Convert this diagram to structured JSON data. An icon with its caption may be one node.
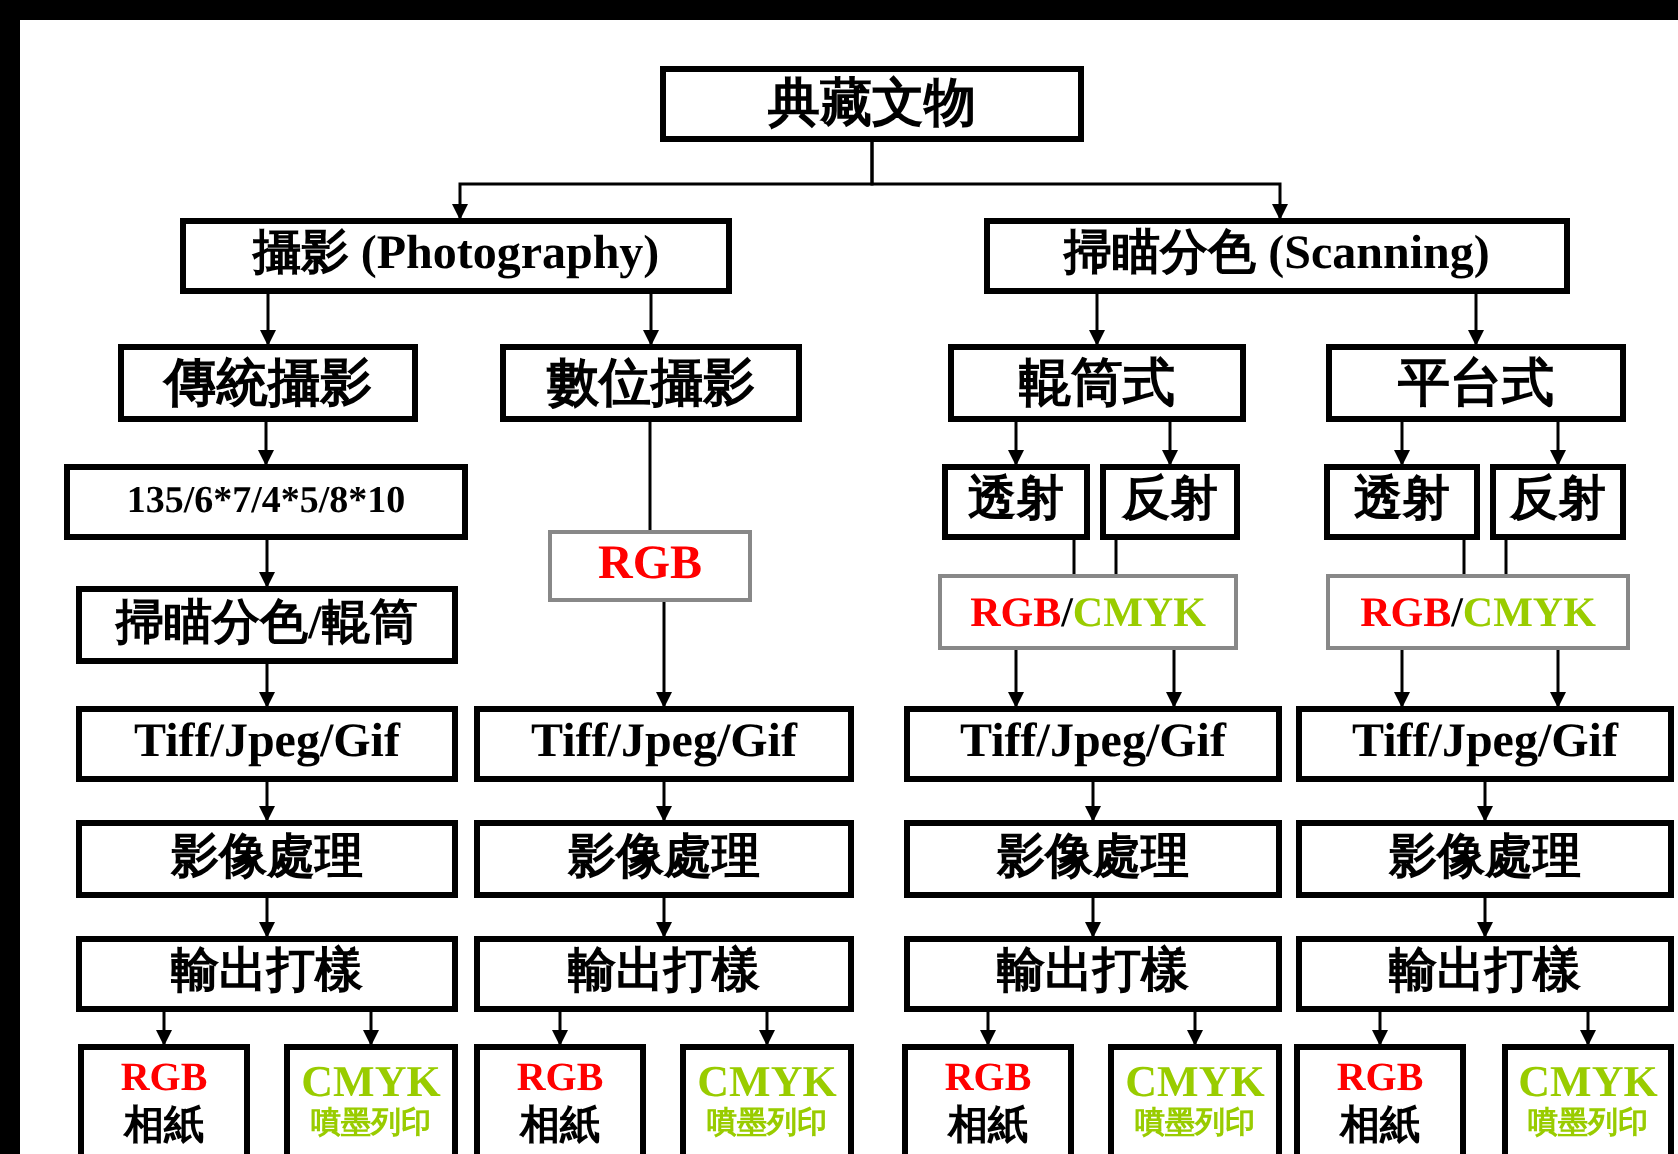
{
  "diagram": {
    "nodes": [
      {
        "text": [
          "典藏文物"
        ]
      },
      {
        "text": [
          "攝影 (Photography)"
        ]
      },
      {
        "text": [
          "掃瞄分色 (Scanning)"
        ]
      },
      {
        "text": [
          "傳統攝影"
        ]
      },
      {
        "text": [
          "數位攝影"
        ]
      },
      {
        "text": [
          "輥筒式"
        ]
      },
      {
        "text": [
          "平台式"
        ]
      },
      {
        "text": [
          "135/6*7/4*5/8*10"
        ]
      },
      {
        "text": [
          "RGB"
        ]
      },
      {
        "text": [
          "透射"
        ]
      },
      {
        "text": [
          "反射"
        ]
      },
      {
        "text": [
          "透射"
        ]
      },
      {
        "text": [
          "反射"
        ]
      },
      {
        "text": [
          "掃瞄分色/輥筒"
        ]
      },
      {
        "text": [
          "RGB/CMYK"
        ]
      },
      {
        "text": [
          "RGB/CMYK"
        ]
      },
      {
        "text": [
          "Tiff/Jpeg/Gif"
        ]
      },
      {
        "text": [
          "Tiff/Jpeg/Gif"
        ]
      },
      {
        "text": [
          "Tiff/Jpeg/Gif"
        ]
      },
      {
        "text": [
          "Tiff/Jpeg/Gif"
        ]
      },
      {
        "text": [
          "影像處理"
        ]
      },
      {
        "text": [
          "影像處理"
        ]
      },
      {
        "text": [
          "影像處理"
        ]
      },
      {
        "text": [
          "影像處理"
        ]
      },
      {
        "text": [
          "輸出打樣"
        ]
      },
      {
        "text": [
          "輸出打樣"
        ]
      },
      {
        "text": [
          "輸出打樣"
        ]
      },
      {
        "text": [
          "輸出打樣"
        ]
      },
      {
        "text": [
          "RGB",
          "相紙"
        ]
      },
      {
        "text": [
          "CMYK",
          "噴墨列印"
        ]
      },
      {
        "text": [
          "RGB",
          "相紙"
        ]
      },
      {
        "text": [
          "CMYK",
          "噴墨列印"
        ]
      },
      {
        "text": [
          "RGB",
          "相紙"
        ]
      },
      {
        "text": [
          "CMYK",
          "噴墨列印"
        ]
      },
      {
        "text": [
          "RGB",
          "相紙"
        ]
      },
      {
        "text": [
          "CMYK",
          "噴墨列印"
        ]
      }
    ],
    "edges": [
      {
        "from": 0,
        "to": 1,
        "arrow": "to"
      },
      {
        "from": 0,
        "to": 2,
        "arrow": "to"
      },
      {
        "from": 1,
        "to": 3,
        "arrow": "to"
      },
      {
        "from": 1,
        "to": 4,
        "arrow": "to"
      },
      {
        "from": 2,
        "to": 5,
        "arrow": "to"
      },
      {
        "from": 2,
        "to": 6,
        "arrow": "to"
      },
      {
        "from": 3,
        "to": 7,
        "arrow": "to"
      },
      {
        "from": 4,
        "to": 8,
        "arrow": "none"
      },
      {
        "from": 5,
        "to": 9,
        "arrow": "to"
      },
      {
        "from": 5,
        "to": 10,
        "arrow": "to"
      },
      {
        "from": 6,
        "to": 11,
        "arrow": "to"
      },
      {
        "from": 6,
        "to": 12,
        "arrow": "to"
      },
      {
        "from": 7,
        "to": 13,
        "arrow": "to"
      },
      {
        "from": 8,
        "to": 17,
        "arrow": "to"
      },
      {
        "from": 9,
        "to": 14,
        "arrow": "none"
      },
      {
        "from": 10,
        "to": 14,
        "arrow": "none"
      },
      {
        "from": 11,
        "to": 15,
        "arrow": "none"
      },
      {
        "from": 12,
        "to": 15,
        "arrow": "none"
      },
      {
        "from": 13,
        "to": 16,
        "arrow": "to"
      },
      {
        "from": 14,
        "to": 18,
        "arrow": "to"
      },
      {
        "from": 14,
        "to": 18,
        "arrow": "to"
      },
      {
        "from": 15,
        "to": 19,
        "arrow": "to"
      },
      {
        "from": 15,
        "to": 19,
        "arrow": "to"
      },
      {
        "from": 16,
        "to": 20,
        "arrow": "to"
      },
      {
        "from": 17,
        "to": 21,
        "arrow": "to"
      },
      {
        "from": 18,
        "to": 22,
        "arrow": "to"
      },
      {
        "from": 19,
        "to": 23,
        "arrow": "to"
      },
      {
        "from": 20,
        "to": 24,
        "arrow": "to"
      },
      {
        "from": 21,
        "to": 25,
        "arrow": "to"
      },
      {
        "from": 22,
        "to": 26,
        "arrow": "to"
      },
      {
        "from": 23,
        "to": 27,
        "arrow": "to"
      },
      {
        "from": 24,
        "to": 28,
        "arrow": "to"
      },
      {
        "from": 24,
        "to": 29,
        "arrow": "to"
      },
      {
        "from": 25,
        "to": 30,
        "arrow": "to"
      },
      {
        "from": 25,
        "to": 31,
        "arrow": "to"
      },
      {
        "from": 26,
        "to": 32,
        "arrow": "to"
      },
      {
        "from": 26,
        "to": 33,
        "arrow": "to"
      },
      {
        "from": 27,
        "to": 34,
        "arrow": "to"
      },
      {
        "from": 27,
        "to": 35,
        "arrow": "to"
      }
    ]
  }
}
